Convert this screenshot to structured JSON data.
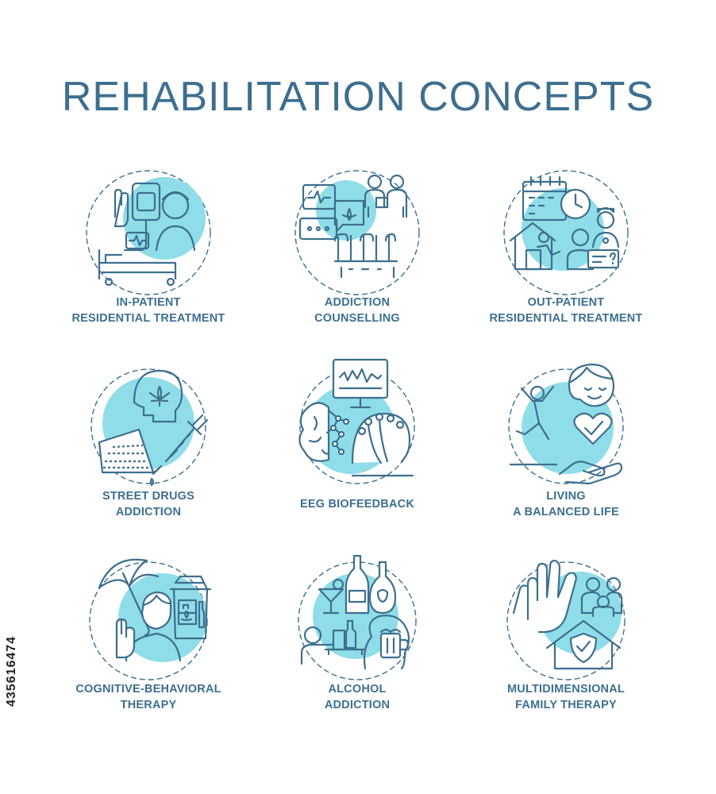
{
  "title": "REHABILITATION CONCEPTS",
  "accent_color": "#3d6f8f",
  "fill_color": "#8fdde8",
  "stock_id": "435616474",
  "items": [
    {
      "line1": "IN-PATIENT",
      "line2": "RESIDENTIAL TREATMENT",
      "icon": "hospital-bed-icon"
    },
    {
      "line1": "ADDICTION",
      "line2": "COUNSELLING",
      "icon": "counselling-icon"
    },
    {
      "line1": "OUT-PATIENT",
      "line2": "RESIDENTIAL TREATMENT",
      "icon": "calendar-clock-icon"
    },
    {
      "line1": "STREET DRUGS",
      "line2": "ADDICTION",
      "icon": "syringe-head-icon"
    },
    {
      "line1": "EEG BIOFEEDBACK",
      "line2": "",
      "icon": "eeg-monitor-icon"
    },
    {
      "line1": "LIVING",
      "line2": "A BALANCED LIFE",
      "icon": "balanced-life-icon"
    },
    {
      "line1": "COGNITIVE-BEHAVIORAL",
      "line2": "THERAPY",
      "icon": "umbrella-shield-icon"
    },
    {
      "line1": "ALCOHOL",
      "line2": "ADDICTION",
      "icon": "alcohol-bottles-icon"
    },
    {
      "line1": "MULTIDIMENSIONAL",
      "line2": "FAMILY THERAPY",
      "icon": "family-house-icon"
    }
  ]
}
